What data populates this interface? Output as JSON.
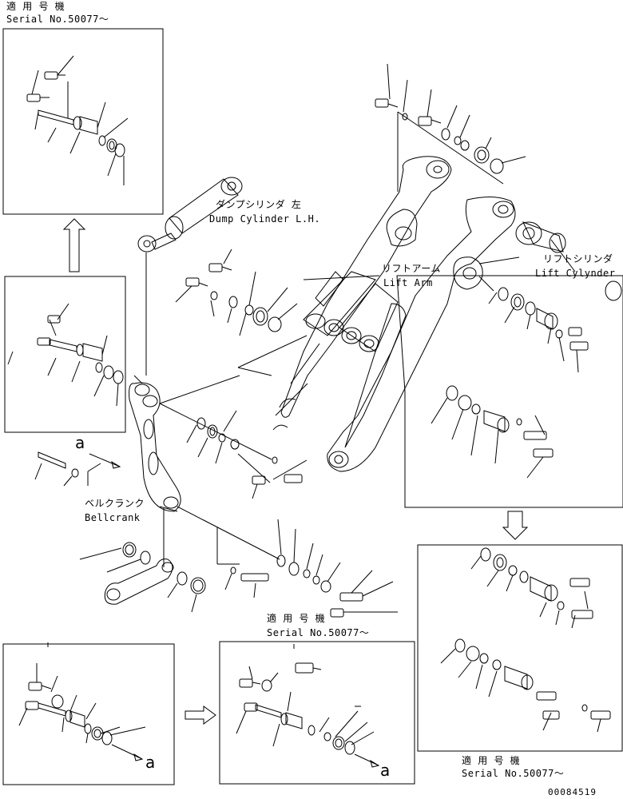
{
  "labels": {
    "serial_top_jp": "適 用 号 機",
    "serial_top_en": "Serial No.50077～",
    "dump_cyl_jp": "ダンプシリンダ 左",
    "dump_cyl_en": "Dump Cylinder L.H.",
    "lift_arm_jp": "リフトアーム",
    "lift_arm_en": "Lift Arm",
    "lift_cyl_jp": "リフトシリンダ",
    "lift_cyl_en": "Lift Cylynder",
    "bellcrank_jp": "ベルクランク",
    "bellcrank_en": "Bellcrank",
    "serial_mid_jp": "適 用 号 機",
    "serial_mid_en": "Serial No.50077～",
    "serial_bot_jp": "適 用 号 機",
    "serial_bot_en": "Serial No.50077～",
    "ref_a_left": "a",
    "ref_a_bottom1": "a",
    "ref_a_bottom2": "a",
    "drawing_number": "00084519"
  },
  "colors": {
    "ink": "#000000",
    "paper": "#ffffff"
  }
}
